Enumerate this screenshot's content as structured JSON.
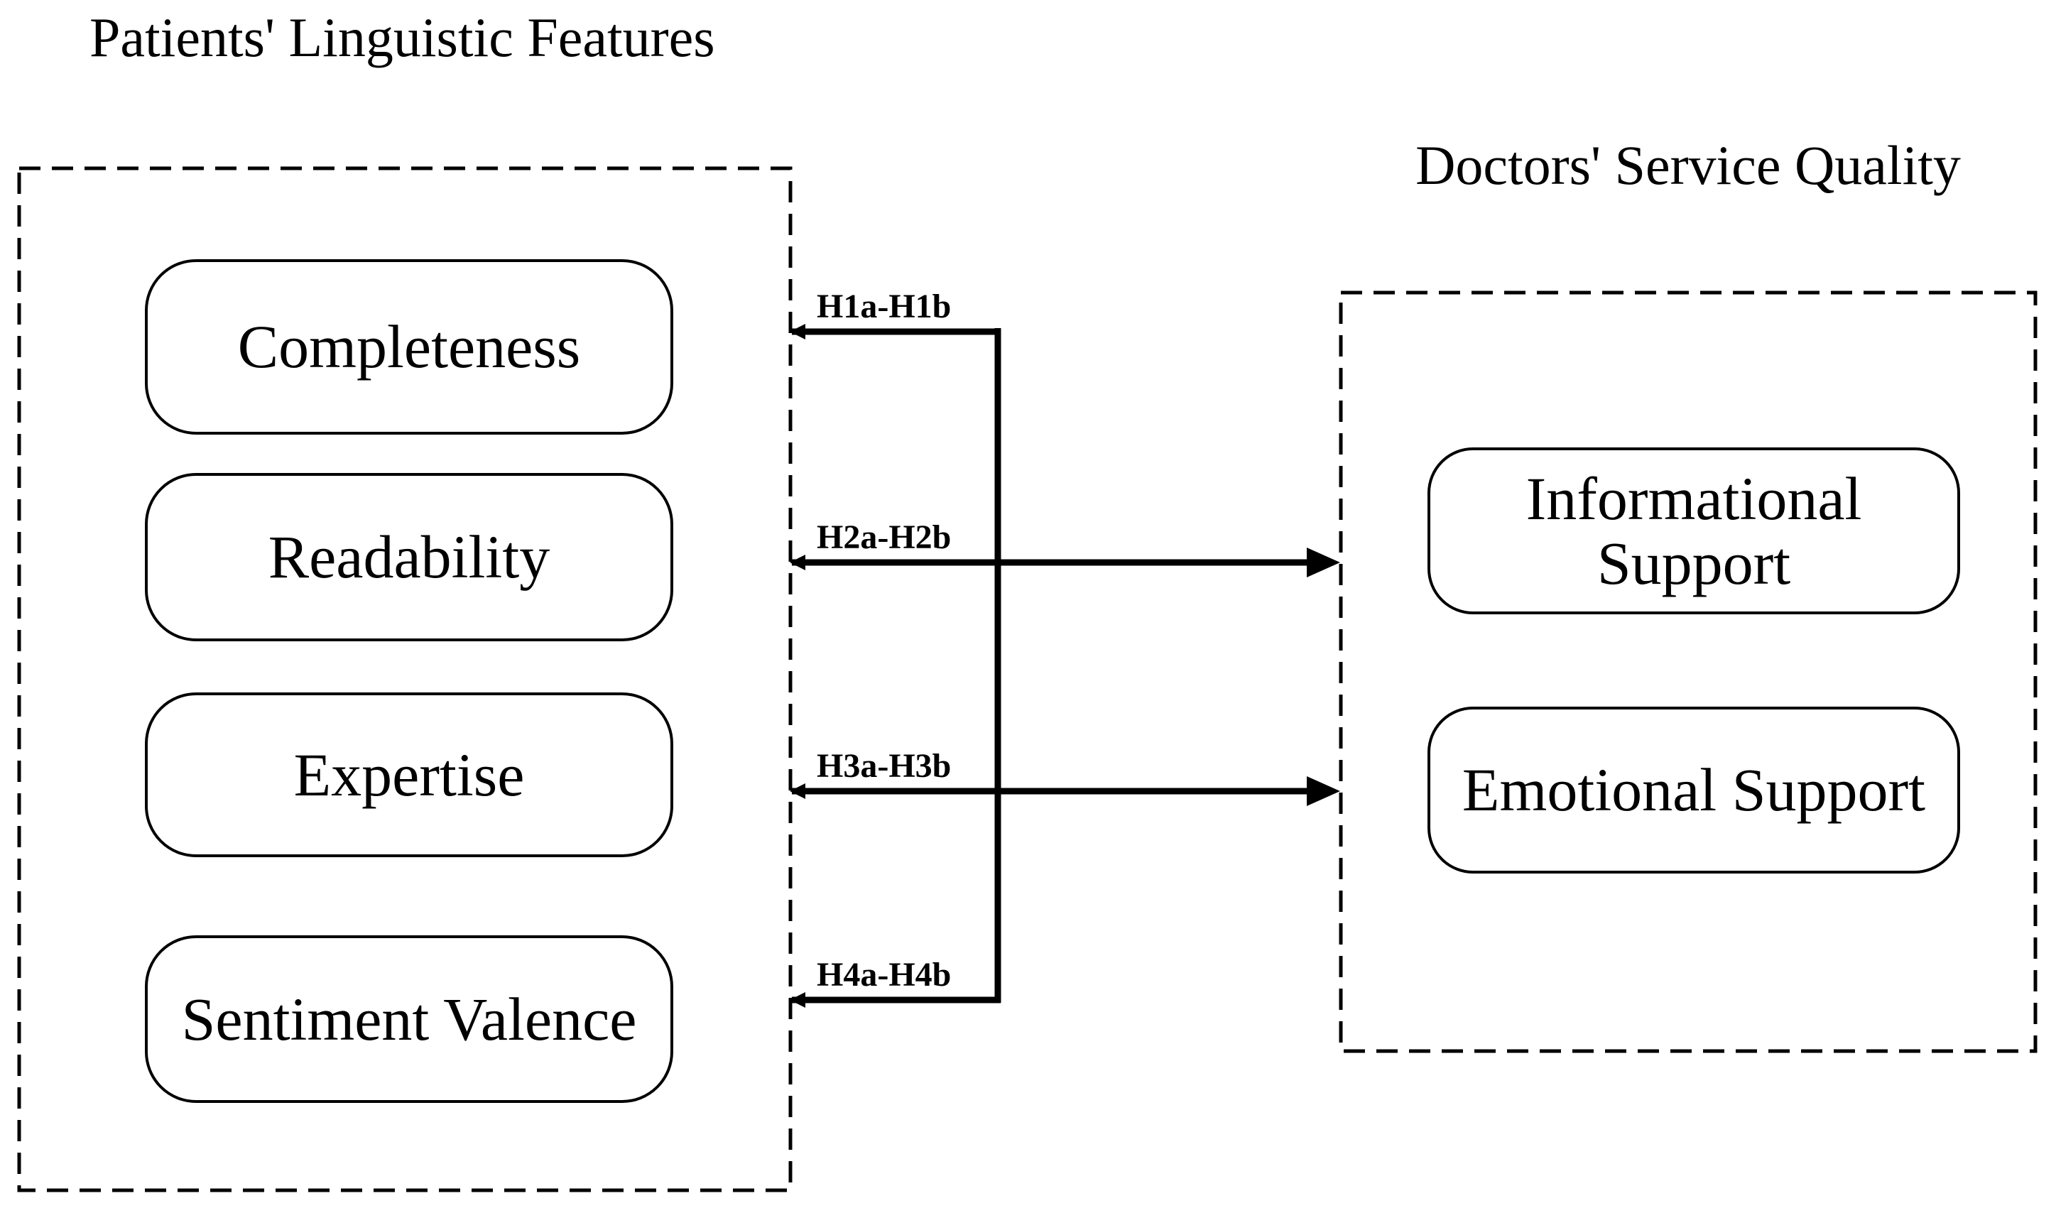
{
  "page": {
    "background_color": "#ffffff",
    "ink_color": "#000000"
  },
  "left_panel": {
    "title": "Patients' Linguistic Features",
    "boxes": [
      {
        "label": "Completeness"
      },
      {
        "label": "Readability"
      },
      {
        "label": "Expertise"
      },
      {
        "label": "Sentiment Valence"
      }
    ]
  },
  "right_panel": {
    "title": "Doctors' Service Quality",
    "boxes": [
      {
        "label": "Informational Support"
      },
      {
        "label": "Emotional Support"
      }
    ]
  },
  "hypotheses": [
    {
      "label": "H1a-H1b"
    },
    {
      "label": "H2a-H2b"
    },
    {
      "label": "H3a-H3b"
    },
    {
      "label": "H4a-H4b"
    }
  ]
}
